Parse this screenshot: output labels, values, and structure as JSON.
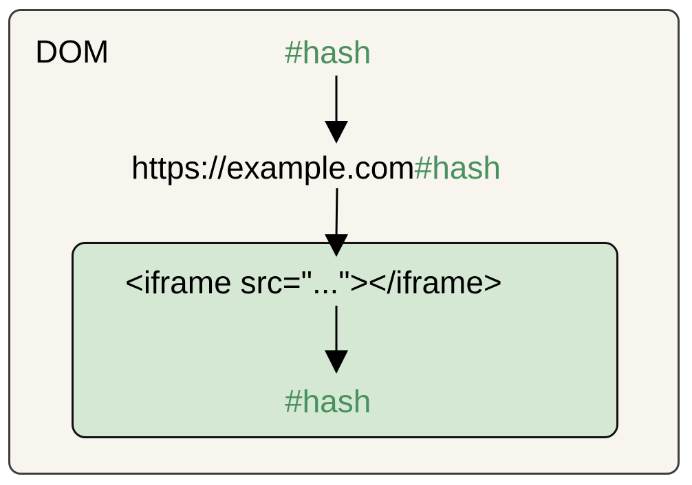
{
  "diagram": {
    "container_label": "DOM",
    "hash_top": "#hash",
    "url": {
      "base": "https://example.com",
      "hash": "#hash"
    },
    "iframe_label": "<iframe src=\"...\"></iframe>",
    "hash_bottom": "#hash"
  },
  "colors": {
    "outer_fill": "#f7f5ee",
    "inner_fill": "#d5e8d4",
    "hash_text": "#4a9160",
    "border": "#3d3d3d"
  }
}
